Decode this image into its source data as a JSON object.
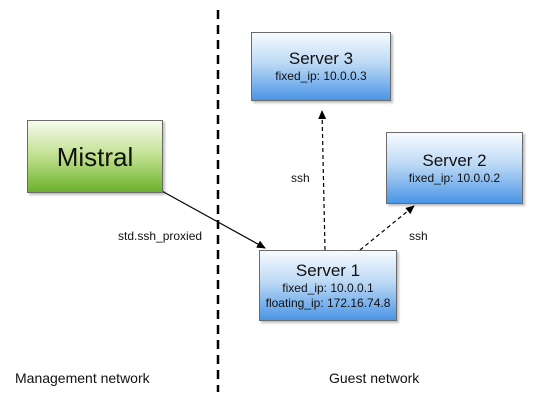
{
  "nodes": {
    "mistral": {
      "title": "Mistral"
    },
    "server3": {
      "title": "Server 3",
      "fixed_ip": "fixed_ip: 10.0.0.3"
    },
    "server2": {
      "title": "Server 2",
      "fixed_ip": "fixed_ip: 10.0.0.2"
    },
    "server1": {
      "title": "Server 1",
      "fixed_ip": "fixed_ip: 10.0.0.1",
      "floating_ip": "floating_ip: 172.16.74.8"
    }
  },
  "edges": {
    "mistral_to_server1": "std.ssh_proxied",
    "server1_to_server3": "ssh",
    "server1_to_server2": "ssh"
  },
  "regions": {
    "left": "Management network",
    "right": "Guest network"
  },
  "colors": {
    "server_fill": "#4a95e6",
    "mistral_fill": "#6bb12c",
    "border": "#6b6b6b"
  }
}
